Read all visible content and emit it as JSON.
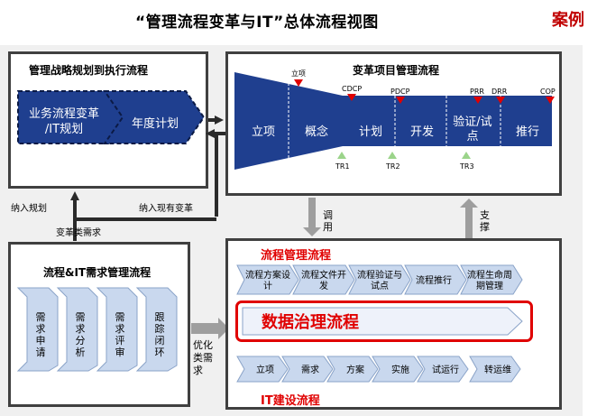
{
  "title": "“管理流程变革与IT”总体流程视图",
  "case_label": "案例",
  "strategy": {
    "title": "管理战略规划到执行流程",
    "step1": [
      "业务流程变革",
      "/IT规划"
    ],
    "step2": "年度计划"
  },
  "change_mgmt": {
    "title": "变革项目管理流程",
    "phases": [
      "立项",
      "概念",
      "计划",
      "开发",
      "验证/试点",
      "推行"
    ],
    "milestones_top": [
      "立项",
      "CDCP",
      "PDCP",
      "PRR",
      "DRR",
      "COP"
    ],
    "milestones_bottom": [
      "TR1",
      "TR2",
      "TR3"
    ]
  },
  "flow_labels": {
    "include_plan": "纳入规划",
    "include_change": "纳入现有变革",
    "change_demand": "变革类需求",
    "call": "调用",
    "support": "支撑",
    "optimize_demand": "优化类需求"
  },
  "it_demand": {
    "title": "流程&IT需求管理流程",
    "steps": [
      "需求申请",
      "需求分析",
      "需求评审",
      "跟踪闭环"
    ]
  },
  "process_mgmt": {
    "title": "流程管理流程",
    "steps": [
      "流程方案设计",
      "流程文件开发",
      "流程验证与试点",
      "流程推行",
      "流程生命周期管理"
    ],
    "highlight": "数据治理流程"
  },
  "it_build": {
    "title": "IT建设流程",
    "steps": [
      "立项",
      "需求",
      "方案",
      "实施",
      "试运行",
      "转运维"
    ]
  },
  "colors": {
    "dark_blue": "#1f3f8f",
    "light_blue": "#c9d8ee",
    "red": "#e00000",
    "panel_border": "#404040"
  }
}
